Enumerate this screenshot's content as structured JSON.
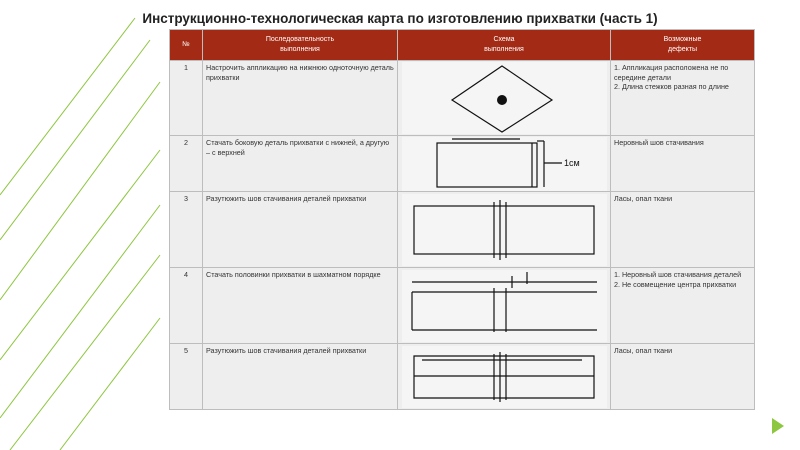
{
  "title": "Инструкционно-технологическая карта по изготовлению прихватки  (часть 1)",
  "accent_color": "#a32a14",
  "decor_color": "#8dc63f",
  "headers": {
    "num": "№",
    "sequence_line1": "Последовательность",
    "sequence_line2": "выполнения",
    "scheme_line1": "Схема",
    "scheme_line2": "выполнения",
    "defects_line1": "Возможные",
    "defects_line2": "дефекты"
  },
  "rows": [
    {
      "num": "1",
      "step": "Настрочить аппликацию на нижнюю одноточную деталь прихватки",
      "defect1": "1. Аппликация расположена не по середине детали",
      "defect2": "2. Длина стежков разная по длине"
    },
    {
      "num": "2",
      "step": "Стачать боковую деталь прихватки с нижней, а другую – с верхней",
      "defect1": "Неровный шов стачивания",
      "defect2": "",
      "label": "1см"
    },
    {
      "num": "3",
      "step": "Разутюжить шов стачивания деталей прихватки",
      "defect1": "Ласы, опал ткани",
      "defect2": ""
    },
    {
      "num": "4",
      "step": "Стачать половинки прихватки в шахматном порядке",
      "defect1": "1. Неровный шов стачивания деталей",
      "defect2": "2. Не совмещение центра прихватки"
    },
    {
      "num": "5",
      "step": "Разутюжить шов стачивания деталей прихватки",
      "defect1": "Ласы, опал ткани",
      "defect2": ""
    }
  ]
}
